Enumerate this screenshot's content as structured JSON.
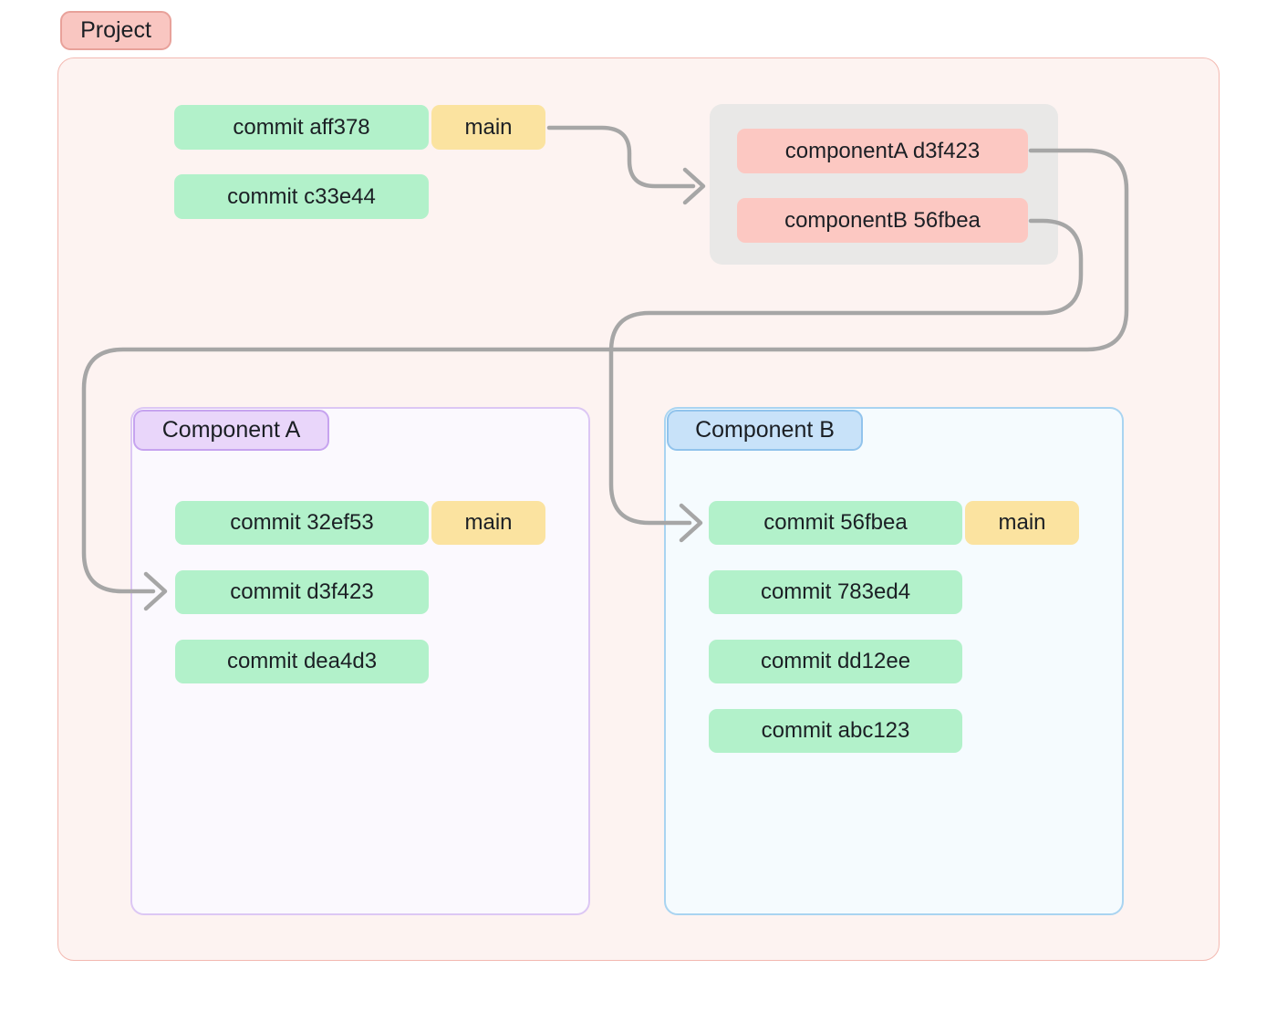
{
  "colors": {
    "project_container_bg": "#fdf3f1",
    "project_container_border": "#f3b9b1",
    "project_label_bg": "#f9c6c1",
    "project_label_border": "#e8a19a",
    "commit_green": "#b2f1ca",
    "branch_yellow": "#fbe3a0",
    "submodule_box_gray": "#e9e8e7",
    "submodule_ref_pink": "#fcc8c2",
    "component_a_bg": "#fbf9fe",
    "component_a_border": "#dcc7f4",
    "component_a_label_bg": "#e9d6fa",
    "component_b_bg": "#f5fbfe",
    "component_b_border": "#a9d4f1",
    "component_b_label_bg": "#c8e2f9",
    "arrow_gray": "#a6a6a6",
    "text": "#1b1f24"
  },
  "project": {
    "label": "Project",
    "commits": [
      {
        "label": "commit aff378",
        "branch": "main"
      },
      {
        "label": "commit c33e44"
      }
    ],
    "submodule_refs": [
      {
        "label": "componentA d3f423"
      },
      {
        "label": "componentB 56fbea"
      }
    ]
  },
  "component_a": {
    "label": "Component A",
    "commits": [
      {
        "label": "commit 32ef53",
        "branch": "main"
      },
      {
        "label": "commit d3f423"
      },
      {
        "label": "commit dea4d3"
      }
    ]
  },
  "component_b": {
    "label": "Component B",
    "commits": [
      {
        "label": "commit 56fbea",
        "branch": "main"
      },
      {
        "label": "commit 783ed4"
      },
      {
        "label": "commit dd12ee"
      },
      {
        "label": "commit abc123"
      }
    ]
  }
}
